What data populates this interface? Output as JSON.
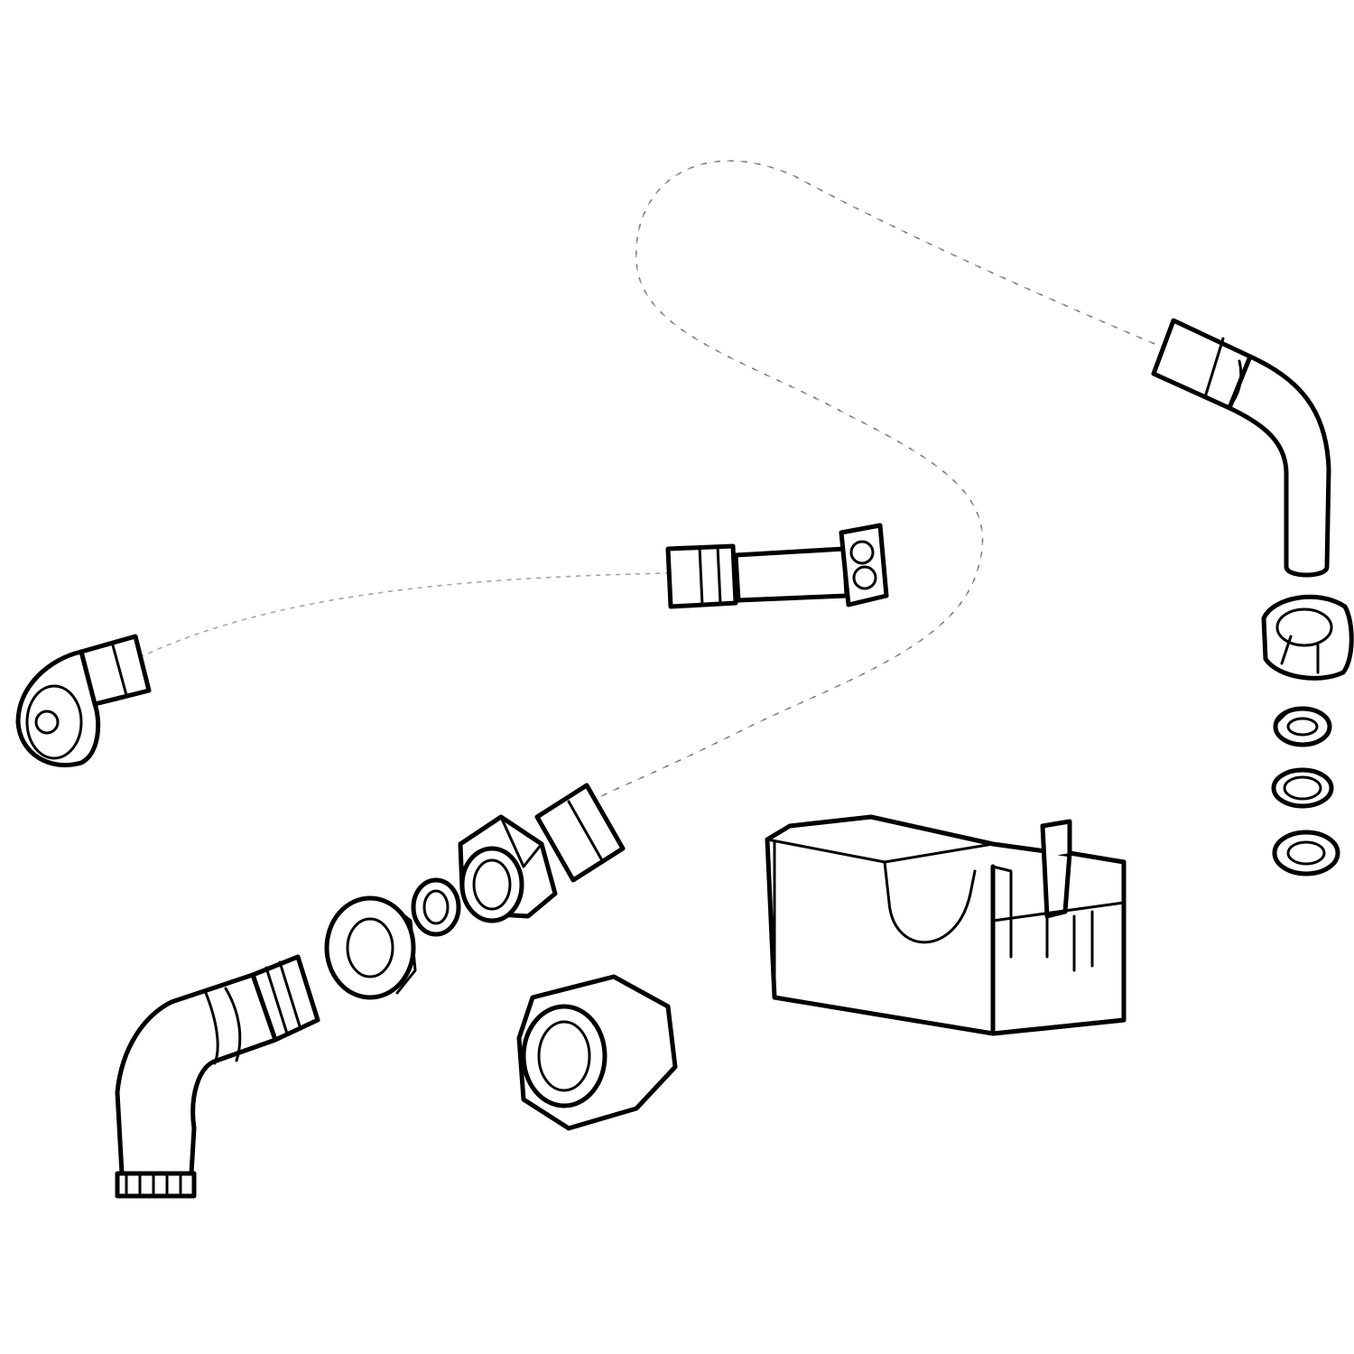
{
  "drawing": {
    "background": "#ffffff",
    "line_color": "#000000",
    "parts": [
      {
        "id": "long-braided-hose",
        "icon": "braided-hose-icon"
      },
      {
        "id": "short-braided-hose",
        "icon": "braided-hose-icon"
      },
      {
        "id": "elbow-fitting",
        "icon": "elbow-fitting-icon"
      },
      {
        "id": "lock-nut",
        "icon": "lock-nut-icon"
      },
      {
        "id": "flat-washer",
        "icon": "washer-icon"
      },
      {
        "id": "hex-union-nut",
        "icon": "hex-nut-icon"
      },
      {
        "id": "compression-nut",
        "icon": "compression-nut-icon"
      },
      {
        "id": "split-ring",
        "icon": "split-ring-icon"
      },
      {
        "id": "seal-ring",
        "icon": "seal-ring-icon"
      },
      {
        "id": "thick-seal-ring",
        "icon": "seal-ring-icon"
      },
      {
        "id": "mounting-bracket",
        "icon": "bracket-icon"
      }
    ]
  }
}
